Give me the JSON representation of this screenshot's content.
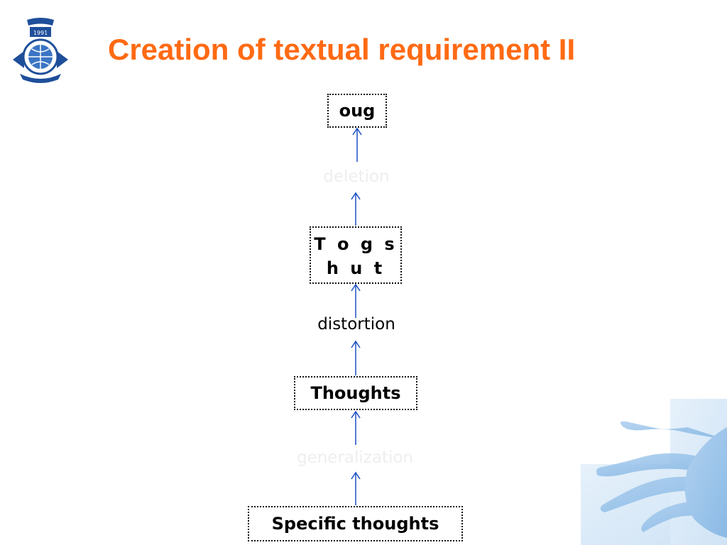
{
  "slide": {
    "title": "Creation of textual requirement II"
  },
  "diagram": {
    "boxes": [
      {
        "line1": "oug",
        "line2": ""
      },
      {
        "line1": "T o g s",
        "line2": "h u t"
      },
      {
        "line1": "Thoughts",
        "line2": ""
      },
      {
        "line1": "Specific thoughts",
        "line2": ""
      }
    ],
    "labels": [
      "deletion",
      "distortion",
      "generalization"
    ],
    "arrow_color": "#1a4fc4"
  },
  "logo": {
    "year": "1991"
  }
}
